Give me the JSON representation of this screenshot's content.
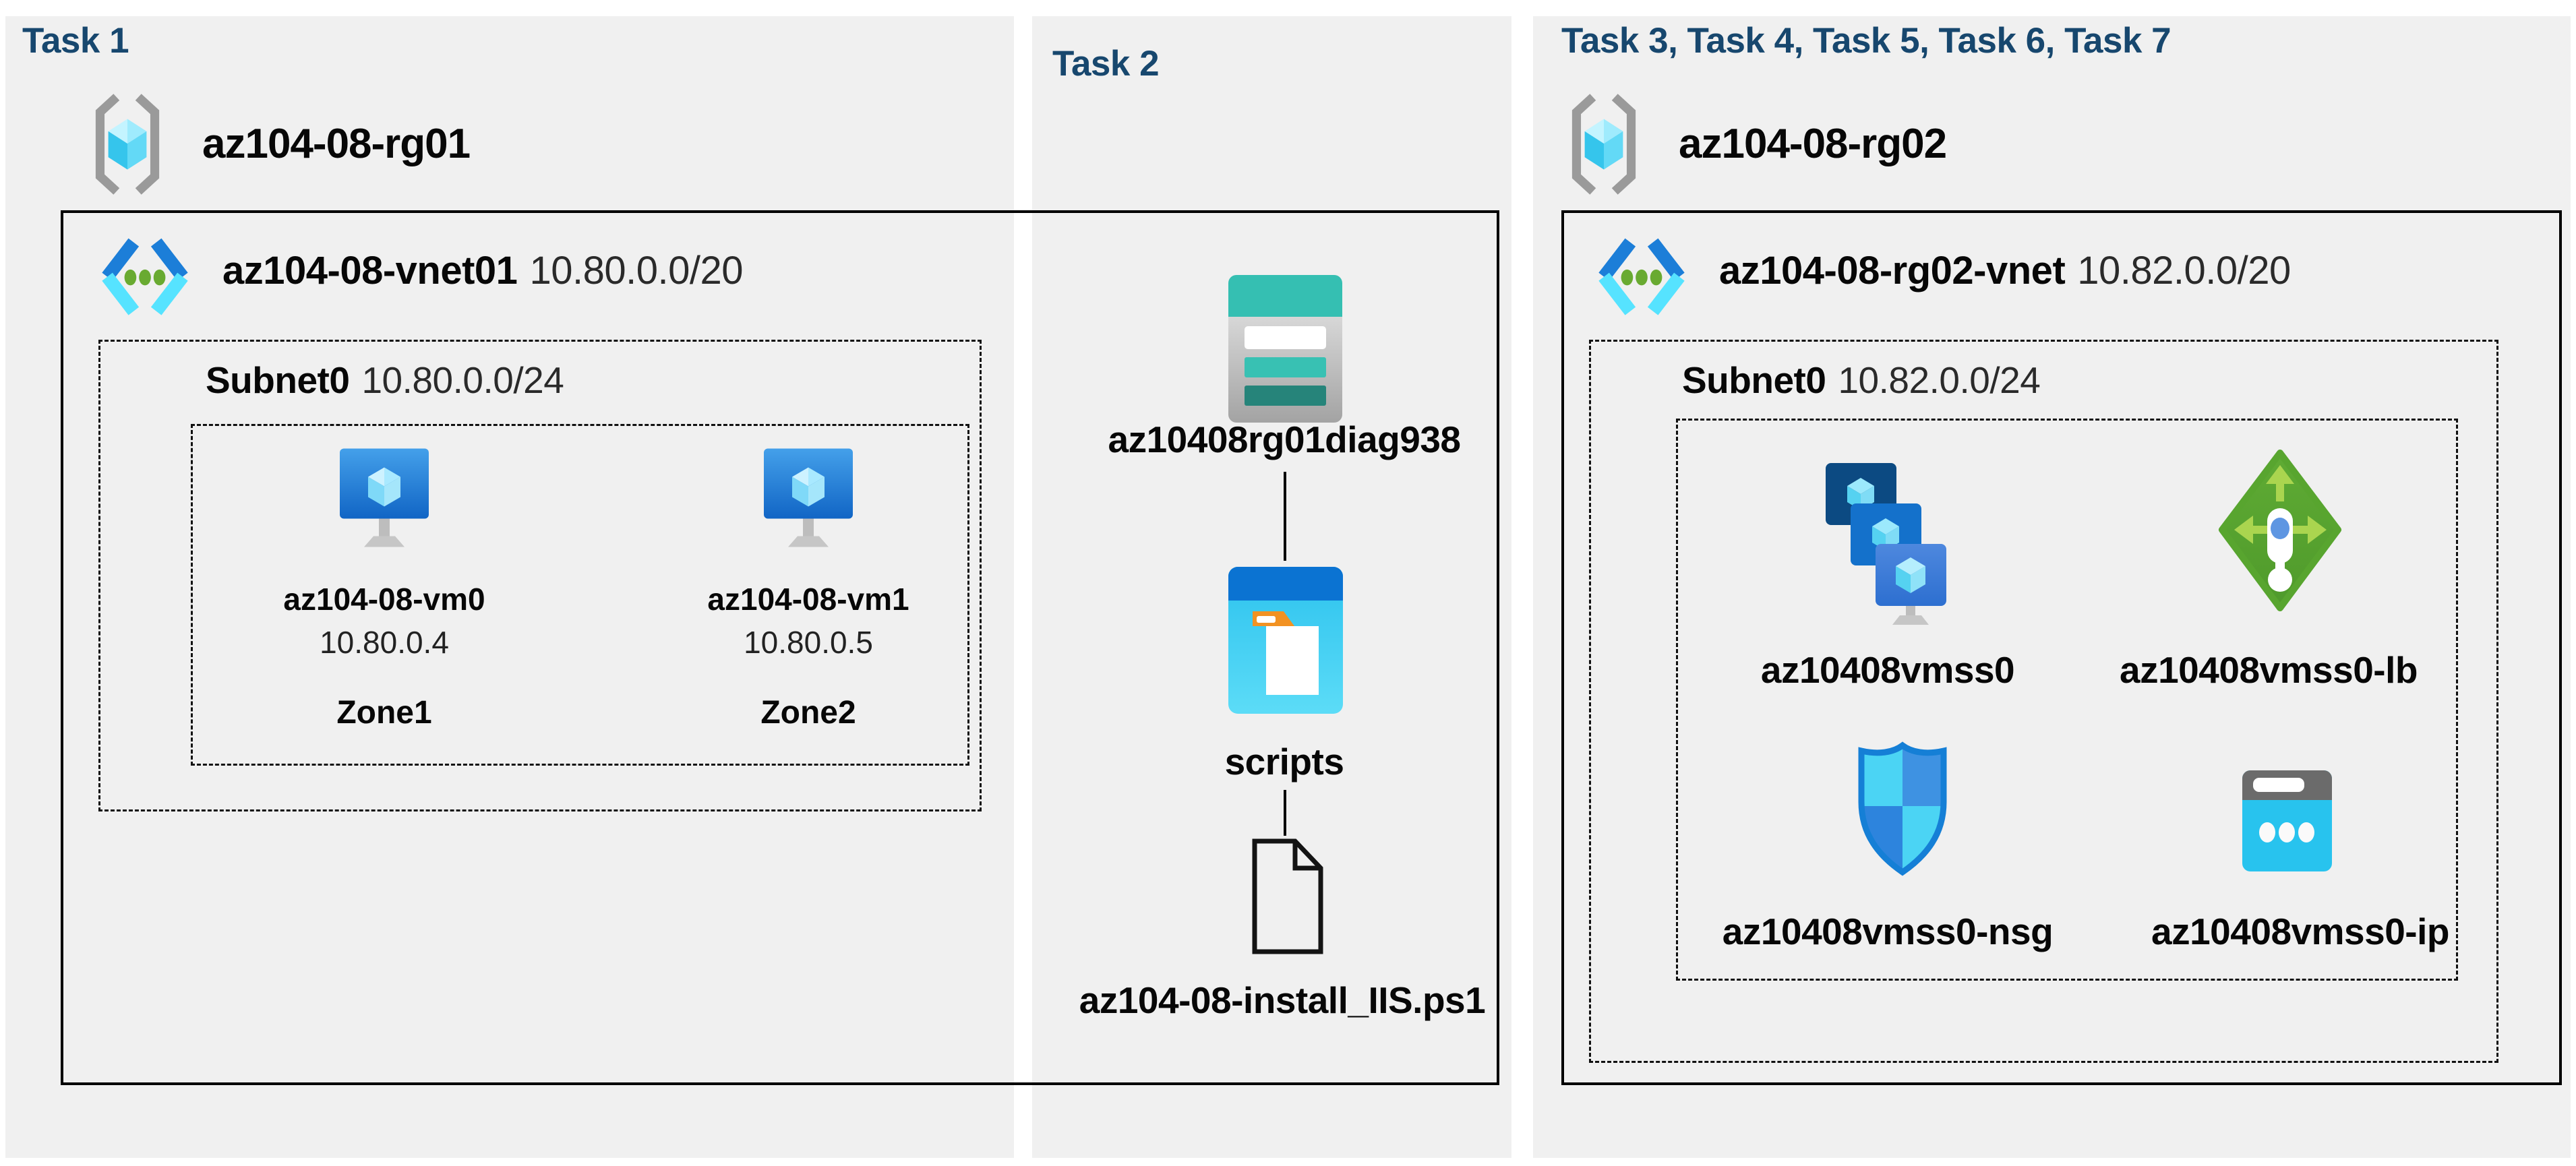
{
  "colors": {
    "title": "#17476e",
    "panel_bg": "#f0f0f0"
  },
  "panels": {
    "task1": {
      "title": "Task 1",
      "resource_group": "az104-08-rg01",
      "vnet": {
        "name": "az104-08-vnet01",
        "cidr": "10.80.0.0/20"
      },
      "subnet": {
        "name": "Subnet0",
        "cidr": "10.80.0.0/24"
      },
      "vms": [
        {
          "name": "az104-08-vm0",
          "ip": "10.80.0.4",
          "zone": "Zone1"
        },
        {
          "name": "az104-08-vm1",
          "ip": "10.80.0.5",
          "zone": "Zone2"
        }
      ]
    },
    "task2": {
      "title": "Task 2",
      "storage_account": "az10408rg01diag938",
      "container": "scripts",
      "script_file": "az104-08-install_IIS.ps1"
    },
    "task3to7": {
      "title": "Task 3, Task 4, Task 5, Task 6, Task 7",
      "resource_group": "az104-08-rg02",
      "vnet": {
        "name": "az104-08-rg02-vnet",
        "cidr": "10.82.0.0/20"
      },
      "subnet": {
        "name": "Subnet0",
        "cidr": "10.82.0.0/24"
      },
      "vmss": "az10408vmss0",
      "load_balancer": "az10408vmss0-lb",
      "nsg": "az10408vmss0-nsg",
      "public_ip": "az10408vmss0-ip"
    }
  }
}
